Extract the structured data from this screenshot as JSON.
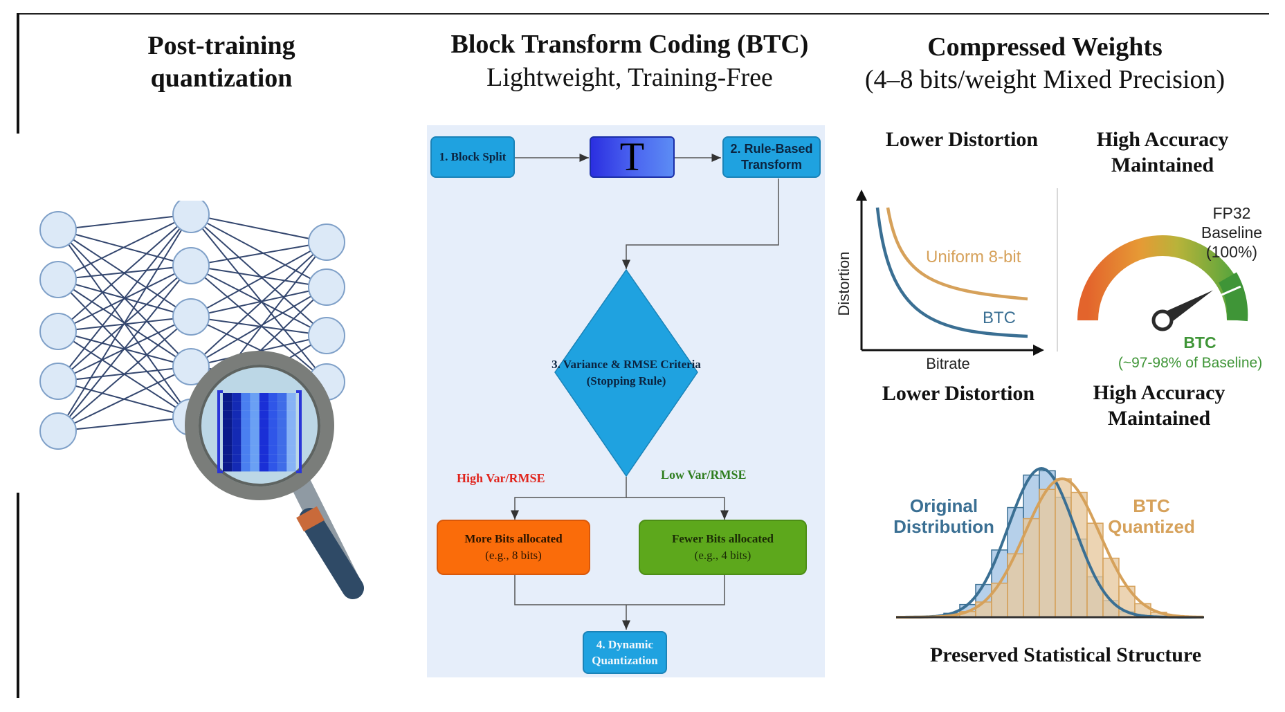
{
  "columns": {
    "left": {
      "title_line1": "Post-training",
      "title_line2": "quantization"
    },
    "middle": {
      "title": "Block Transform Coding (BTC)",
      "subtitle": "Lightweight, Training-Free"
    },
    "right": {
      "title": "Compressed Weights",
      "subtitle": "(4–8 bits/weight Mixed Precision)"
    }
  },
  "flowchart": {
    "block_split": "1. Block Split",
    "transform_symbol": "T",
    "rule_based_line1": "2. Rule-Based",
    "rule_based_line2": "Transform",
    "criteria_line1": "3. Variance & RMSE Criteria",
    "criteria_line2": "(Stopping Rule)",
    "high_branch": "High Var/RMSE",
    "low_branch": "Low Var/RMSE",
    "more_bits": "More Bits allocated",
    "more_bits_eg": "(e.g., 8 bits)",
    "fewer_bits": "Fewer Bits allocated",
    "fewer_bits_eg": "(e.g., 4 bits)",
    "dynamic_line1": "4. Dynamic",
    "dynamic_line2": "Quantization",
    "colors": {
      "panel": "#e6eefa",
      "blue": "#1fa2e0",
      "orange": "#fa6c0a",
      "green": "#5da81c",
      "high_text": "#e0241c",
      "low_text": "#2e7d1e"
    }
  },
  "distortion_chart": {
    "heading_top": "Lower Distortion",
    "heading_bottom": "Lower Distortion",
    "ylabel": "Distortion",
    "xlabel": "Bitrate",
    "uniform_label": "Uniform 8-bit",
    "btc_label": "BTC",
    "colors": {
      "uniform": "#d6a15a",
      "btc": "#3a6f93"
    }
  },
  "accuracy_gauge": {
    "heading_top_line1": "High Accuracy",
    "heading_top_line2": "Maintained",
    "heading_bottom_line1": "High Accuracy",
    "heading_bottom_line2": "Maintained",
    "baseline_line1": "FP32",
    "baseline_line2": "Baseline",
    "baseline_line3": "(100%)",
    "btc_label": "BTC",
    "btc_value": "(~97-98% of Baseline)",
    "btc_fraction": 0.975
  },
  "distribution_chart": {
    "original_line1": "Original",
    "original_line2": "Distribution",
    "btc_line1": "BTC",
    "btc_line2": "Quantized",
    "caption": "Preserved Statistical Structure",
    "colors": {
      "original": "#3a6f93",
      "btc": "#d6a15a"
    }
  }
}
